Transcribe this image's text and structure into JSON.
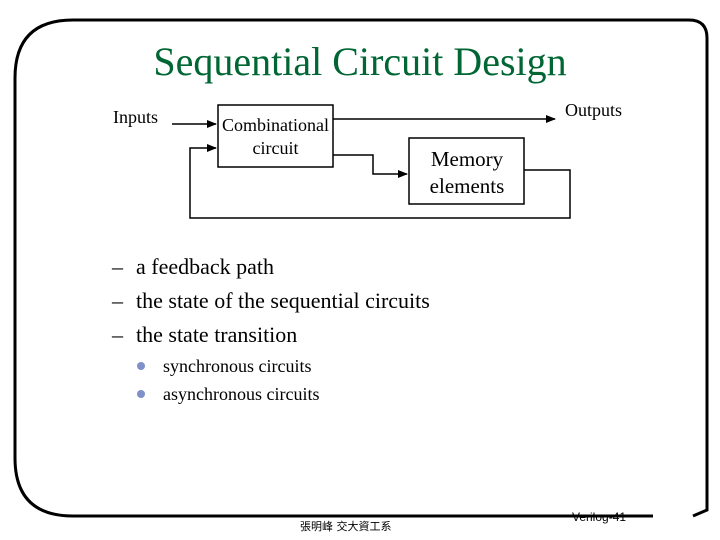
{
  "slide": {
    "title": "Sequential Circuit Design",
    "title_color": "#006633"
  },
  "diagram": {
    "inputs_label": "Inputs",
    "outputs_label": "Outputs",
    "combinational_label": "Combinational circuit",
    "memory_label": "Memory elements"
  },
  "bullets": [
    "a feedback path",
    "the state of the sequential circuits",
    "the state transition"
  ],
  "bullet_marker": "–",
  "subbullets": [
    "synchronous circuits",
    "asynchronous circuits"
  ],
  "footer": {
    "center": "張明峰 交大資工系",
    "right": "Verilog-41"
  }
}
